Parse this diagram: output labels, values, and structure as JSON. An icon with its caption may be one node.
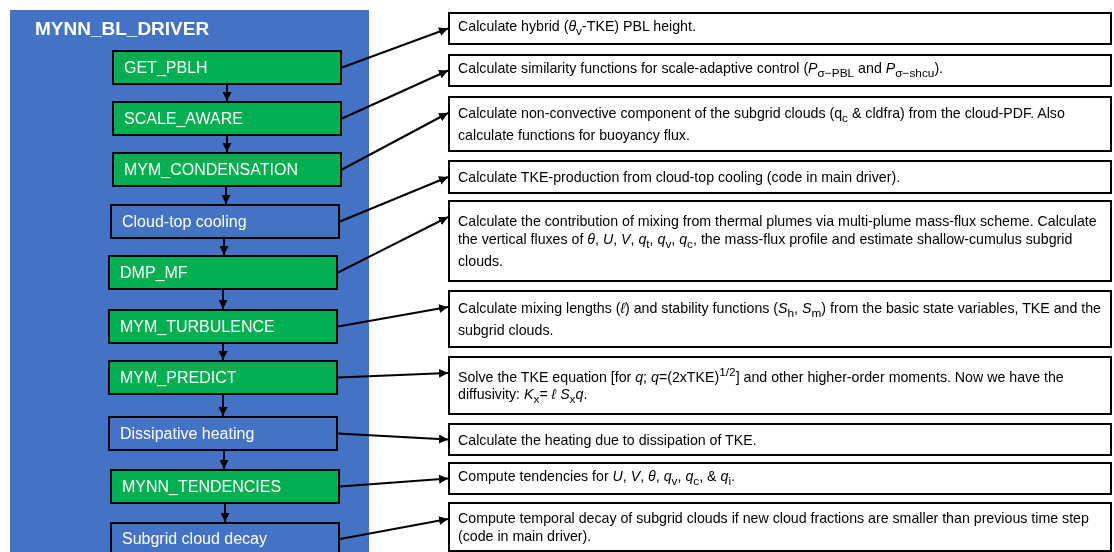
{
  "diagram": {
    "nodes": [
      {
        "text": [
          "MYNN_BL_DRIVER"
        ]
      },
      {
        "text": [
          "GET_PBLH"
        ],
        "in": 0
      },
      {
        "text": [
          "SCALE_AWARE"
        ],
        "in": 0
      },
      {
        "text": [
          "MYM_CONDENSATION"
        ],
        "in": 0
      },
      {
        "text": [
          "Cloud-top cooling"
        ],
        "in": 0
      },
      {
        "text": [
          "DMP_MF"
        ],
        "in": 0
      },
      {
        "text": [
          "MYM_TURBULENCE"
        ],
        "in": 0
      },
      {
        "text": [
          "MYM_PREDICT"
        ],
        "in": 0
      },
      {
        "text": [
          "Dissipative heating"
        ],
        "in": 0
      },
      {
        "text": [
          "MYNN_TENDENCIES"
        ],
        "in": 0
      },
      {
        "text": [
          "Subgrid cloud decay"
        ],
        "in": 0
      },
      {
        "text": [
          "Calculate hybrid (*θ*$_{v}$-TKE) PBL height."
        ]
      },
      {
        "text": [
          "Calculate similarity functions for scale-adaptive control (*P*$_{σ−PBL}$ and *P*$_{σ−shcu}$)."
        ]
      },
      {
        "text": [
          "Calculate non-convective component of the subgrid clouds (q$_{c}$ & cldfra) from the cloud-PDF. Also calculate functions for buoyancy flux."
        ]
      },
      {
        "text": [
          "Calculate TKE-production from cloud-top cooling (code in main driver)."
        ]
      },
      {
        "text": [
          "Calculate the contribution of mixing from thermal plumes via multi-plume mass-flux scheme. Calculate the vertical fluxes of *θ*, *U*, *V*, *q*$_{t}$, *q*$_{v}$, *q*$_{c}$, the mass-flux profile and estimate shallow-cumulus subgrid clouds."
        ]
      },
      {
        "text": [
          "Calculate mixing lengths (*ℓ*) and stability functions (*S*$_{h}$, *S*$_{m}$) from the basic state variables, TKE and the subgrid clouds."
        ]
      },
      {
        "text": [
          "Solve the TKE equation [for *q*; *q*=(2xTKE)$^{1/2}$] and other higher-order moments. Now we have the diffusivity: *K*$_{x}$= *ℓ S*$_{x}$*q*."
        ]
      },
      {
        "text": [
          "Calculate the heating due to dissipation of TKE."
        ]
      },
      {
        "text": [
          "Compute tendencies for *U*, *V*, *θ*, *q*$_{v}$, *q*$_{c}$, & *q*$_{i}$."
        ]
      },
      {
        "text": [
          "Compute temporal decay of subgrid clouds if new cloud fractions are smaller than previous time step (code in main driver)."
        ]
      }
    ],
    "edges": [
      {
        "from": 1,
        "to": 2,
        "arrow": "to"
      },
      {
        "from": 2,
        "to": 3,
        "arrow": "to"
      },
      {
        "from": 3,
        "to": 4,
        "arrow": "to"
      },
      {
        "from": 4,
        "to": 5,
        "arrow": "to"
      },
      {
        "from": 5,
        "to": 6,
        "arrow": "to"
      },
      {
        "from": 6,
        "to": 7,
        "arrow": "to"
      },
      {
        "from": 7,
        "to": 8,
        "arrow": "to"
      },
      {
        "from": 8,
        "to": 9,
        "arrow": "to"
      },
      {
        "from": 9,
        "to": 10,
        "arrow": "to"
      },
      {
        "from": 1,
        "to": 11,
        "arrow": "to"
      },
      {
        "from": 2,
        "to": 12,
        "arrow": "to"
      },
      {
        "from": 3,
        "to": 13,
        "arrow": "to"
      },
      {
        "from": 4,
        "to": 14,
        "arrow": "to"
      },
      {
        "from": 5,
        "to": 15,
        "arrow": "to"
      },
      {
        "from": 6,
        "to": 16,
        "arrow": "to"
      },
      {
        "from": 7,
        "to": 17,
        "arrow": "to"
      },
      {
        "from": 8,
        "to": 18,
        "arrow": "to"
      },
      {
        "from": 9,
        "to": 19,
        "arrow": "to"
      },
      {
        "from": 10,
        "to": 20,
        "arrow": "to"
      }
    ]
  }
}
